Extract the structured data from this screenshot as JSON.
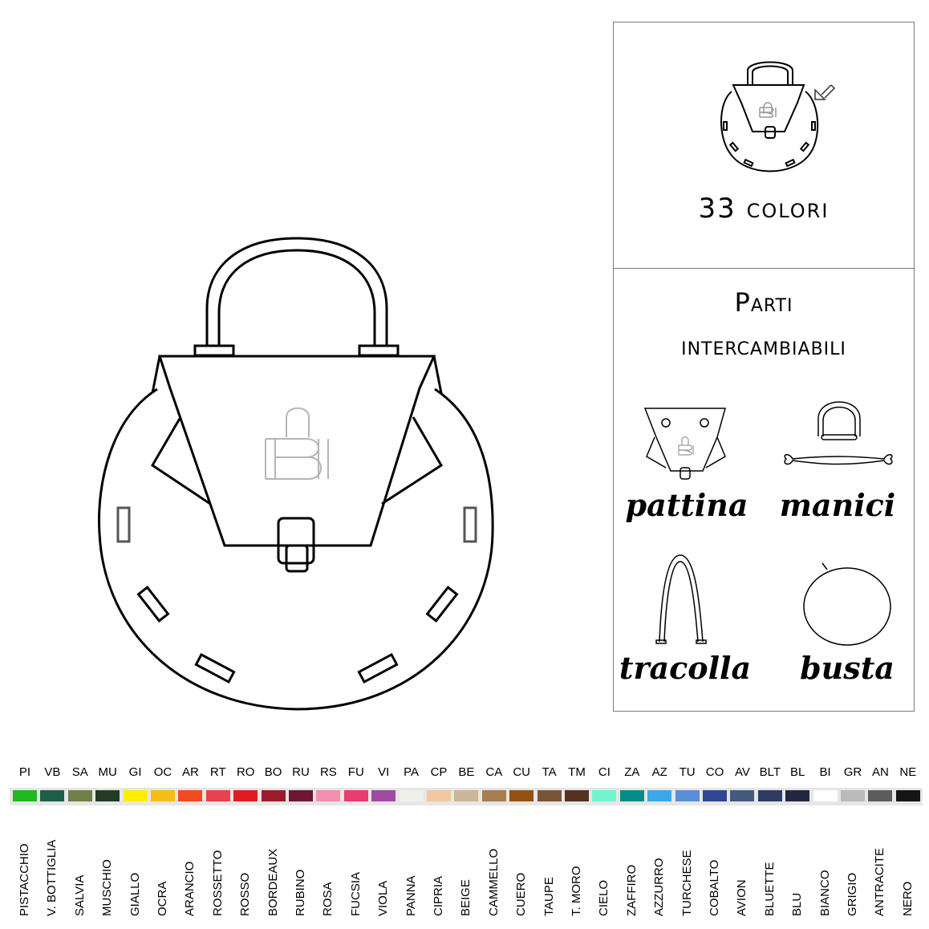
{
  "info": {
    "colors_count": "33 colori",
    "parts_title_line1": "Parti",
    "parts_title_line2": "intercambiabili"
  },
  "parts": [
    {
      "label": "pattina",
      "icon": "flap-icon"
    },
    {
      "label": "manici",
      "icon": "handle-icon"
    },
    {
      "label": "tracolla",
      "icon": "shoulder-strap-icon"
    },
    {
      "label": "busta",
      "icon": "pouch-icon"
    }
  ],
  "main_illustration": {
    "icon": "handbag-outline",
    "logo_text": "BI"
  },
  "palette": [
    {
      "code": "PI",
      "name": "PISTACCHIO",
      "color": "#22b822"
    },
    {
      "code": "VB",
      "name": "V. BOTTIGLIA",
      "color": "#1d5e48"
    },
    {
      "code": "SA",
      "name": "SALVIA",
      "color": "#6f7f48"
    },
    {
      "code": "MU",
      "name": "MUSCHIO",
      "color": "#243b25"
    },
    {
      "code": "GI",
      "name": "GIALLO",
      "color": "#ffee00"
    },
    {
      "code": "OC",
      "name": "OCRA",
      "color": "#f6bd14"
    },
    {
      "code": "AR",
      "name": "ARANCIO",
      "color": "#f24b1f"
    },
    {
      "code": "RT",
      "name": "ROSSETTO",
      "color": "#e8424f"
    },
    {
      "code": "RO",
      "name": "ROSSO",
      "color": "#e31b23"
    },
    {
      "code": "BO",
      "name": "BORDEAUX",
      "color": "#9a1d2e"
    },
    {
      "code": "RU",
      "name": "RUBINO",
      "color": "#6d1535"
    },
    {
      "code": "RS",
      "name": "ROSA",
      "color": "#f58fb0"
    },
    {
      "code": "FU",
      "name": "FUCSIA",
      "color": "#e83d71"
    },
    {
      "code": "VI",
      "name": "VIOLA",
      "color": "#a04aa4"
    },
    {
      "code": "PA",
      "name": "PANNA",
      "color": "#f1efea"
    },
    {
      "code": "CP",
      "name": "CIPRIA",
      "color": "#f2c99e"
    },
    {
      "code": "BE",
      "name": "BEIGE",
      "color": "#cdb597"
    },
    {
      "code": "CA",
      "name": "CAMMELLO",
      "color": "#a97d4f"
    },
    {
      "code": "CU",
      "name": "CUERO",
      "color": "#96500f"
    },
    {
      "code": "TA",
      "name": "TAUPE",
      "color": "#7a5535"
    },
    {
      "code": "TM",
      "name": "T. MORO",
      "color": "#55321f"
    },
    {
      "code": "CI",
      "name": "CIELO",
      "color": "#72f4cf"
    },
    {
      "code": "ZA",
      "name": "ZAFFIRO",
      "color": "#058c88"
    },
    {
      "code": "AZ",
      "name": "AZZURRO",
      "color": "#3ba9e8"
    },
    {
      "code": "TU",
      "name": "TURCHESE",
      "color": "#5a8ed8"
    },
    {
      "code": "CO",
      "name": "COBALTO",
      "color": "#2f4694"
    },
    {
      "code": "AV",
      "name": "AVION",
      "color": "#445a7e"
    },
    {
      "code": "BLT",
      "name": "BLUETTE",
      "color": "#2d3c64"
    },
    {
      "code": "BL",
      "name": "BLU",
      "color": "#23263f"
    },
    {
      "code": "BI",
      "name": "BIANCO",
      "color": "#ffffff"
    },
    {
      "code": "GR",
      "name": "GRIGIO",
      "color": "#b9bbb8"
    },
    {
      "code": "AN",
      "name": "ANTRACITE",
      "color": "#5d5d5d"
    },
    {
      "code": "NE",
      "name": "NERO",
      "color": "#151515"
    }
  ]
}
